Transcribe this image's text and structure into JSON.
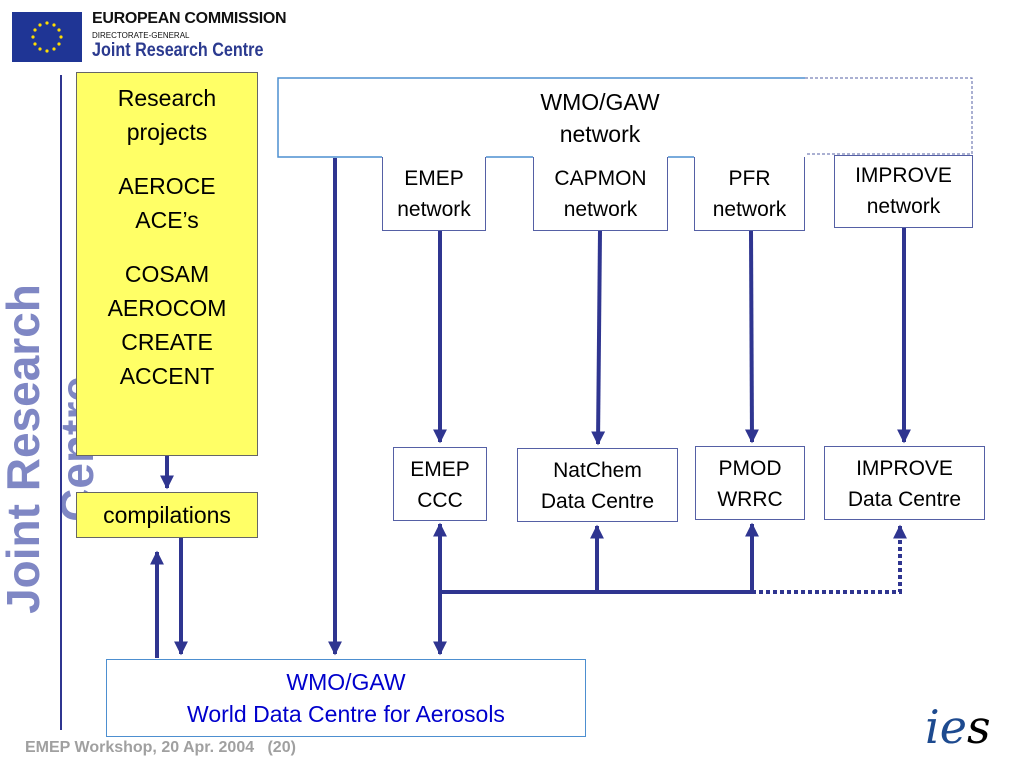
{
  "header": {
    "org": "EUROPEAN COMMISSION",
    "dg": "DIRECTORATE-GENERAL",
    "unit": "Joint Research Centre"
  },
  "side_banner": "Joint Research Centre",
  "research_box": {
    "lines": [
      "Research",
      "projects",
      "",
      "AEROCE",
      "ACE’s",
      "",
      "COSAM",
      "AEROCOM",
      "CREATE",
      "ACCENT"
    ]
  },
  "compilations_box": "compilations",
  "networks": {
    "gaw": [
      "WMO/GAW",
      "network"
    ],
    "emep": [
      "EMEP",
      "network"
    ],
    "capmon": [
      "CAPMON",
      "network"
    ],
    "pfr": [
      "PFR",
      "network"
    ],
    "improve": [
      "IMPROVE",
      "network"
    ]
  },
  "data_centres": {
    "emep_ccc": [
      "EMEP",
      "CCC"
    ],
    "natchem": [
      "NatChem",
      "Data Centre"
    ],
    "pmod": [
      "PMOD",
      "WRRC"
    ],
    "improve_dc": [
      "IMPROVE",
      "Data Centre"
    ]
  },
  "wdca": [
    "WMO/GAW",
    "World Data Centre for Aerosols"
  ],
  "colors": {
    "arrow": "#2f3590",
    "yellow": "#ffff66",
    "wdca_text": "#0000cc",
    "banner": "#7f87c4"
  },
  "footer": {
    "event": "EMEP Workshop, 20 Apr. 2004",
    "page": "(20)"
  },
  "ies_logo": {
    "main": "ie",
    "tail": "s"
  }
}
